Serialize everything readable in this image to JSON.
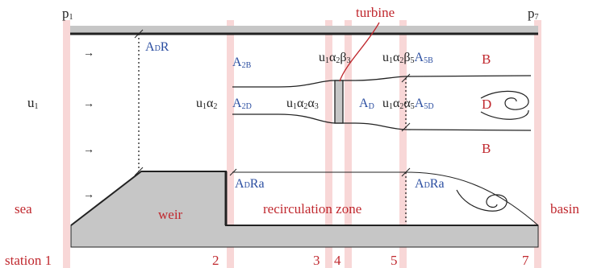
{
  "colors": {
    "station_band": "#f6c9c9",
    "channel_fill": "#c6c6c6",
    "stroke": "#222222",
    "blue_text": "#2b4ea1",
    "red_text": "#c0282e"
  },
  "pressure": {
    "p1": {
      "base": "p",
      "sub": "1"
    },
    "p7": {
      "base": "p",
      "sub": "7"
    }
  },
  "velocity": {
    "base": "u",
    "sub": "1"
  },
  "flow_arrows": [
    "→",
    "→",
    "→",
    "→"
  ],
  "labels": {
    "turbine": "turbine",
    "sea": "sea",
    "basin": "basin",
    "weir": "weir",
    "recirculation_zone": "recirculation zone",
    "station_1": "station 1",
    "station_2": "2",
    "station_3": "3",
    "station_4": "4",
    "station_5": "5",
    "station_7": "7",
    "B_top": "B",
    "D": "D",
    "B_bottom": "B"
  },
  "areas": {
    "ADR": {
      "a": "A",
      "sub": "D",
      "rest": "R"
    },
    "A2B": {
      "a": "A",
      "sub": "2B"
    },
    "A2D": {
      "a": "A",
      "sub": "2D"
    },
    "AD": {
      "a": "A",
      "sub": "D"
    },
    "ADRa_left": {
      "a": "A",
      "sub": "D",
      "rest": "Ra"
    },
    "ADRa_right": {
      "a": "A",
      "sub": "D",
      "rest": "Ra"
    }
  },
  "velocities": {
    "u1a2": [
      [
        "u",
        "1"
      ],
      [
        "α",
        "2"
      ]
    ],
    "u1a2a3": [
      [
        "u",
        "1"
      ],
      [
        "α",
        "2"
      ],
      [
        "α",
        "3"
      ]
    ],
    "u1a2b3": [
      [
        "u",
        "1"
      ],
      [
        "α",
        "2"
      ],
      [
        "β",
        "3"
      ]
    ],
    "u1a2b5": [
      [
        "u",
        "1"
      ],
      [
        "α",
        "2"
      ],
      [
        "β",
        "5"
      ]
    ],
    "u1a2a5": [
      [
        "u",
        "1"
      ],
      [
        "α",
        "2"
      ],
      [
        "α",
        "5"
      ]
    ]
  },
  "area_suffix": {
    "A5B": {
      "a": "A",
      "sub": "5B"
    },
    "A5D": {
      "a": "A",
      "sub": "5D"
    }
  }
}
